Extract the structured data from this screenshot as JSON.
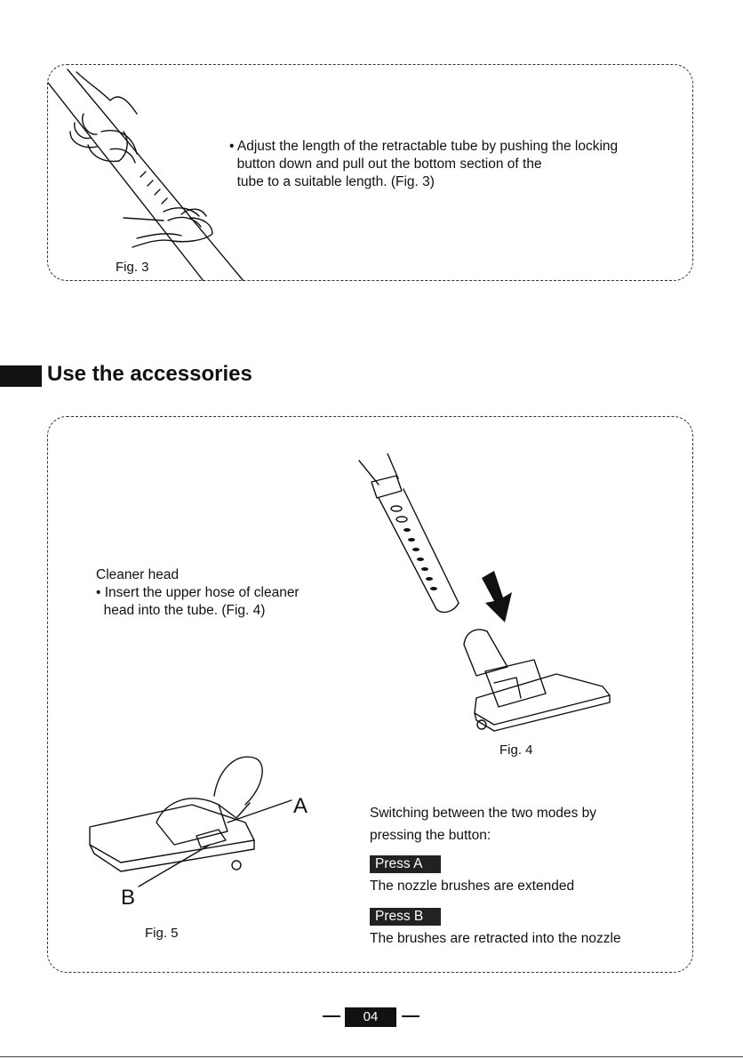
{
  "section1": {
    "instruction": "• Adjust the length of the retractable tube by pushing the locking\n  button down and pull out the bottom section of the\n  tube to a suitable length. (Fig. 3)",
    "fig_label": "Fig. 3"
  },
  "section_title": "Use the accessories",
  "section2": {
    "cleaner_head_title": "Cleaner head",
    "cleaner_head_text": "• Insert the upper hose of cleaner\n  head into the tube. (Fig. 4)",
    "fig4_label": "Fig. 4",
    "fig5_label": "Fig. 5",
    "label_a": "A",
    "label_b": "B",
    "switching_text": "Switching between the two modes by\npressing the button:",
    "press_a_tag": "Press A",
    "press_a_text": "The nozzle brushes are extended",
    "press_b_tag": "Press B",
    "press_b_text": "The brushes are retracted into the nozzle"
  },
  "footer": {
    "page_number": "04"
  }
}
